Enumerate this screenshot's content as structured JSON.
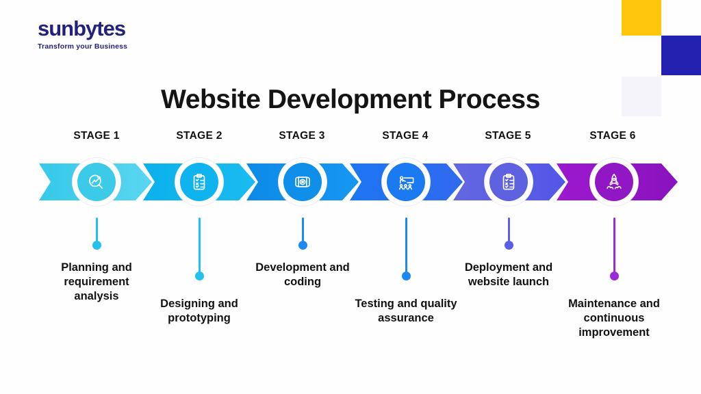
{
  "brand": {
    "name": "sunbytes",
    "tagline": "Transform your Business",
    "color": "#23217F"
  },
  "decor_squares": {
    "yellow": "#FFC60A",
    "blue": "#2421B0",
    "light": "#F4F4FA"
  },
  "title": "Website Development Process",
  "stages": [
    {
      "label": "STAGE 1",
      "description": "Planning and requirement analysis",
      "icon": "analysis-magnifier-icon",
      "connector_length": "short",
      "colors": {
        "arrow_start": "#35C9E9",
        "arrow_end": "#5AD6F0",
        "circle": "#3BCBE9",
        "connector": "#22C1EE"
      }
    },
    {
      "label": "STAGE 2",
      "description": "Designing and prototyping",
      "icon": "clipboard-checklist-icon",
      "connector_length": "long",
      "colors": {
        "arrow_start": "#0BB1EB",
        "arrow_end": "#18BCF1",
        "circle": "#0FB3ED",
        "connector": "#22C1EE"
      }
    },
    {
      "label": "STAGE 3",
      "description": "Development and coding",
      "icon": "blueprint-icon",
      "connector_length": "short",
      "colors": {
        "arrow_start": "#0C8AE8",
        "arrow_end": "#1697F0",
        "circle": "#0F8EEA",
        "connector": "#1E88F2"
      }
    },
    {
      "label": "STAGE 4",
      "description": "Testing and quality assurance",
      "icon": "team-presentation-icon",
      "connector_length": "long",
      "colors": {
        "arrow_start": "#1B76F2",
        "arrow_end": "#3169EF",
        "circle": "#1B79F2",
        "connector": "#1E88F2"
      }
    },
    {
      "label": "STAGE 5",
      "description": "Deployment and website launch",
      "icon": "clipboard-checklist-icon",
      "connector_length": "short",
      "colors": {
        "arrow_start": "#6467E0",
        "arrow_end": "#5156E8",
        "circle": "#5E61E0",
        "connector": "#5A5EE8"
      }
    },
    {
      "label": "STAGE 6",
      "description": "Maintenance and continuous improvement",
      "icon": "rocket-launch-icon",
      "connector_length": "long",
      "colors": {
        "arrow_start": "#9C19CE",
        "arrow_end": "#8A12BE",
        "circle": "#9117C5",
        "connector": "#9A2BD8"
      }
    }
  ]
}
